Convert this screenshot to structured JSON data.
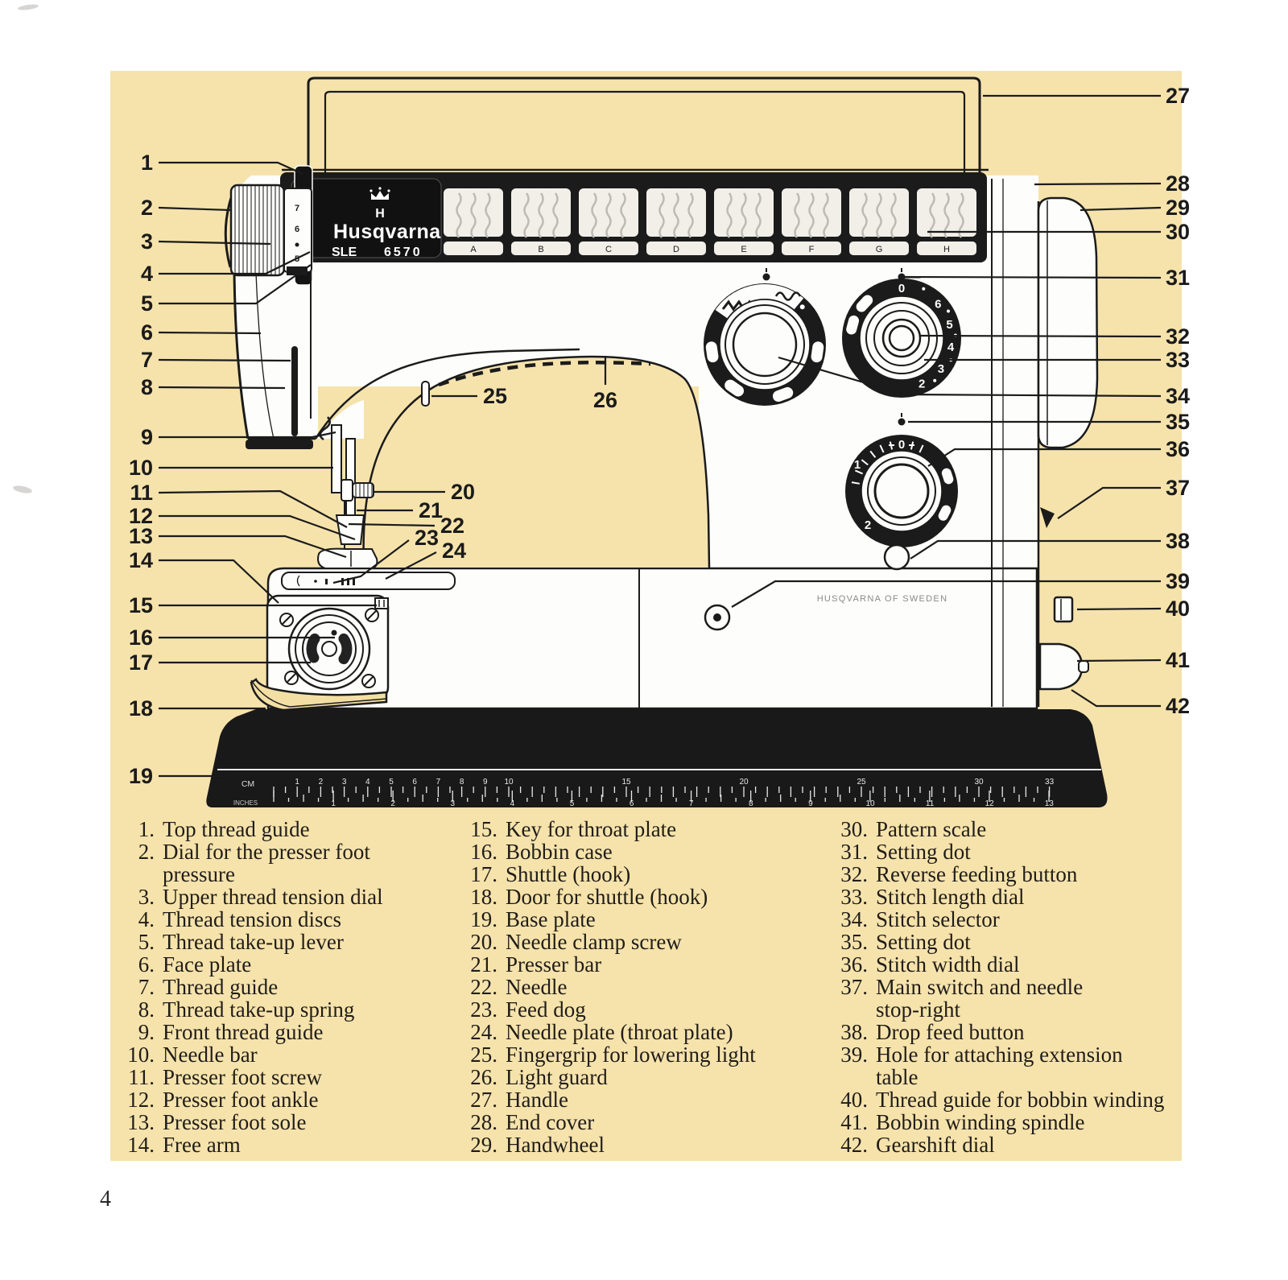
{
  "page": {
    "number": "4"
  },
  "diagram": {
    "machine": {
      "brand": "Husqvarna",
      "model_line": "SLE",
      "model_number": "6570",
      "logo_letter": "H",
      "plate_text": "HUSQVARNA OF SWEDEN",
      "pattern_scale_letters": [
        "A",
        "B",
        "C",
        "D",
        "E",
        "F",
        "G",
        "H"
      ],
      "pressure_dial_numbers": [
        "7",
        "6",
        "5"
      ],
      "stitch_length_dial_numbers": [
        "0",
        "6",
        "5",
        "4",
        "3",
        "2"
      ],
      "stitch_width_dial_numbers": [
        "0",
        "1",
        "2"
      ],
      "ruler": {
        "cm_label": "CM",
        "inches_label": "INCHES",
        "cm_numbers": [
          1,
          2,
          3,
          4,
          5,
          6,
          7,
          8,
          9,
          10,
          15,
          20,
          25,
          30,
          33
        ],
        "inch_numbers": [
          1,
          2,
          3,
          4,
          5,
          6,
          7,
          8,
          9,
          10,
          11,
          12,
          13
        ]
      }
    },
    "colors": {
      "paper_cream": "#f6e3ac",
      "ink_black": "#1b1b1b",
      "body_white": "#fdfdfb"
    }
  },
  "legend": {
    "columns": [
      [
        {
          "n": "1.",
          "text": "Top thread guide"
        },
        {
          "n": "2.",
          "text": "Dial for the presser foot\npressure"
        },
        {
          "n": "3.",
          "text": "Upper thread tension dial"
        },
        {
          "n": "4.",
          "text": "Thread tension discs"
        },
        {
          "n": "5.",
          "text": "Thread take-up lever"
        },
        {
          "n": "6.",
          "text": "Face plate"
        },
        {
          "n": "7.",
          "text": "Thread guide"
        },
        {
          "n": "8.",
          "text": "Thread take-up spring"
        },
        {
          "n": "9.",
          "text": "Front thread guide"
        },
        {
          "n": "10.",
          "text": "Needle bar"
        },
        {
          "n": "11.",
          "text": "Presser foot screw"
        },
        {
          "n": "12.",
          "text": "Presser foot ankle"
        },
        {
          "n": "13.",
          "text": "Presser foot sole"
        },
        {
          "n": "14.",
          "text": "Free arm"
        }
      ],
      [
        {
          "n": "15.",
          "text": "Key for throat plate"
        },
        {
          "n": "16.",
          "text": "Bobbin case"
        },
        {
          "n": "17.",
          "text": "Shuttle (hook)"
        },
        {
          "n": "18.",
          "text": "Door for shuttle (hook)"
        },
        {
          "n": "19.",
          "text": "Base plate"
        },
        {
          "n": "20.",
          "text": "Needle clamp screw"
        },
        {
          "n": "21.",
          "text": "Presser bar"
        },
        {
          "n": "22.",
          "text": "Needle"
        },
        {
          "n": "23.",
          "text": "Feed dog"
        },
        {
          "n": "24.",
          "text": "Needle plate (throat plate)"
        },
        {
          "n": "25.",
          "text": "Fingergrip for lowering light"
        },
        {
          "n": "26.",
          "text": "Light guard"
        },
        {
          "n": "27.",
          "text": "Handle"
        },
        {
          "n": "28.",
          "text": "End cover"
        },
        {
          "n": "29.",
          "text": "Handwheel"
        }
      ],
      [
        {
          "n": "30.",
          "text": "Pattern scale"
        },
        {
          "n": "31.",
          "text": "Setting dot"
        },
        {
          "n": "32.",
          "text": "Reverse feeding button"
        },
        {
          "n": "33.",
          "text": "Stitch length dial"
        },
        {
          "n": "34.",
          "text": "Stitch selector"
        },
        {
          "n": "35.",
          "text": "Setting dot"
        },
        {
          "n": "36.",
          "text": "Stitch width dial"
        },
        {
          "n": "37.",
          "text": "Main switch and needle\nstop-right"
        },
        {
          "n": "38.",
          "text": "Drop feed button"
        },
        {
          "n": "39.",
          "text": "Hole for attaching extension\ntable"
        },
        {
          "n": "40.",
          "text": "Thread guide for bobbin winding"
        },
        {
          "n": "41.",
          "text": "Bobbin winding spindle"
        },
        {
          "n": "42.",
          "text": "Gearshift dial"
        }
      ]
    ]
  }
}
